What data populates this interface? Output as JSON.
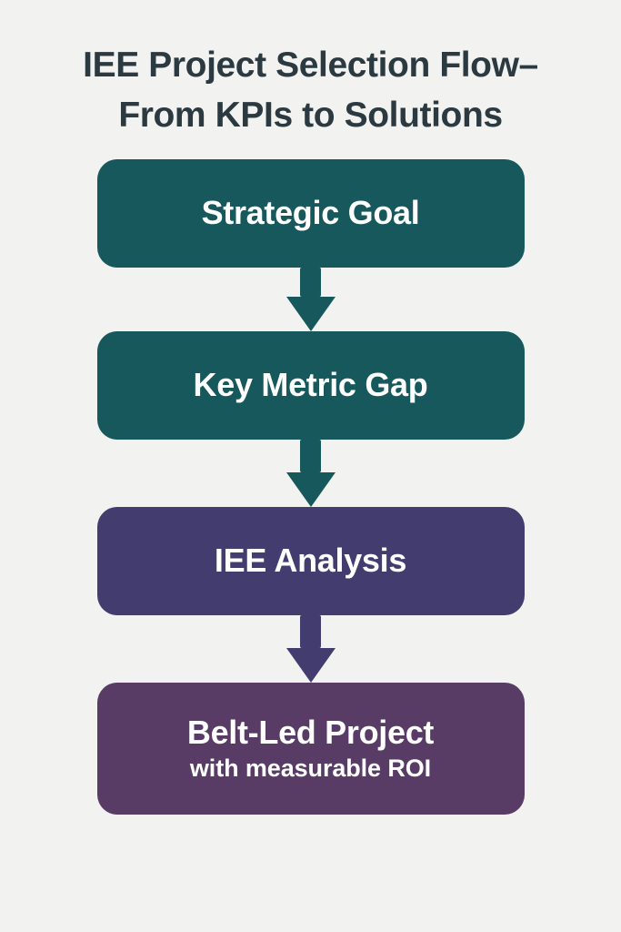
{
  "page": {
    "background_color": "#f2f2f0",
    "title_color": "#2b3a40"
  },
  "header": {
    "title_line_1": "IEE Project Selection Flow–",
    "title_line_2": "From KPIs to Solutions"
  },
  "chart_data": {
    "type": "diagram",
    "diagram_kind": "vertical-flowchart",
    "title": "IEE Project Selection Flow–From KPIs to Solutions",
    "direction": "top-to-bottom",
    "nodes": [
      {
        "id": "strategic-goal",
        "label": "Strategic Goal",
        "sublabel": "",
        "color": "#16585c",
        "text_color": "#ffffff",
        "order": 1
      },
      {
        "id": "key-metric-gap",
        "label": "Key Metric Gap",
        "sublabel": "",
        "color": "#16585c",
        "text_color": "#ffffff",
        "order": 2
      },
      {
        "id": "iee-analysis",
        "label": "IEE Analysis",
        "sublabel": "",
        "color": "#423d6e",
        "text_color": "#ffffff",
        "order": 3
      },
      {
        "id": "belt-led-project",
        "label": "Belt-Led Project",
        "sublabel": "with measurable ROI",
        "color": "#583c66",
        "text_color": "#ffffff",
        "order": 4
      }
    ],
    "edges": [
      {
        "from": "strategic-goal",
        "to": "key-metric-gap",
        "style": "arrow-down",
        "color": "#16585c"
      },
      {
        "from": "key-metric-gap",
        "to": "iee-analysis",
        "style": "arrow-down",
        "color": "#16585c"
      },
      {
        "from": "iee-analysis",
        "to": "belt-led-project",
        "style": "arrow-down",
        "color": "#423d6e"
      }
    ]
  }
}
